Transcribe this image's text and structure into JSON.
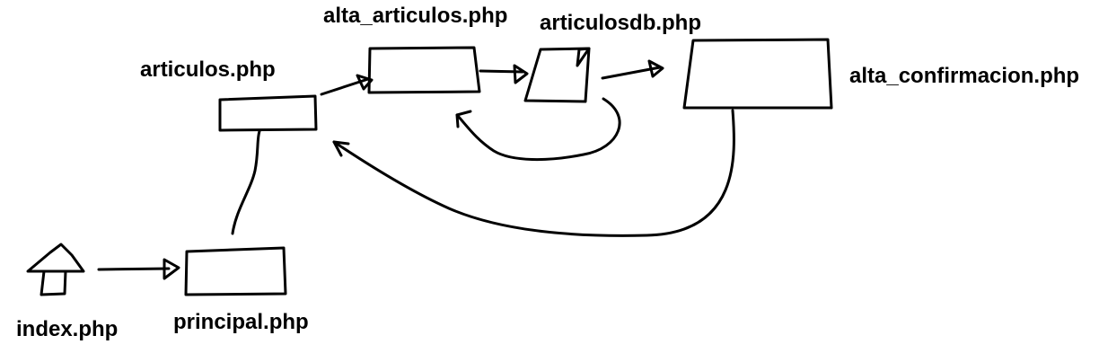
{
  "nodes": {
    "index": {
      "label": "index.php",
      "shape": "house-icon"
    },
    "principal": {
      "label": "principal.php",
      "shape": "rectangle"
    },
    "articulos": {
      "label": "articulos.php",
      "shape": "rectangle"
    },
    "alta_articulos": {
      "label": "alta_articulos.php",
      "shape": "rectangle"
    },
    "articulosdb": {
      "label": "articulosdb.php",
      "shape": "document"
    },
    "alta_confirmacion": {
      "label": "alta_confirmacion.php",
      "shape": "rectangle"
    }
  },
  "edges": [
    {
      "from": "index.php",
      "to": "principal.php",
      "arrow": true
    },
    {
      "from": "principal.php",
      "to": "articulos.php",
      "arrow": false
    },
    {
      "from": "articulos.php",
      "to": "alta_articulos.php",
      "arrow": true
    },
    {
      "from": "alta_articulos.php",
      "to": "articulosdb.php",
      "arrow": true
    },
    {
      "from": "articulosdb.php",
      "to": "alta_confirmacion.php",
      "arrow": true
    },
    {
      "from": "articulosdb.php",
      "to": "alta_articulos.php",
      "arrow": true
    },
    {
      "from": "alta_confirmacion.php",
      "to": "articulos.php",
      "arrow": true
    }
  ],
  "colors": {
    "stroke": "#000000",
    "background": "#ffffff"
  }
}
